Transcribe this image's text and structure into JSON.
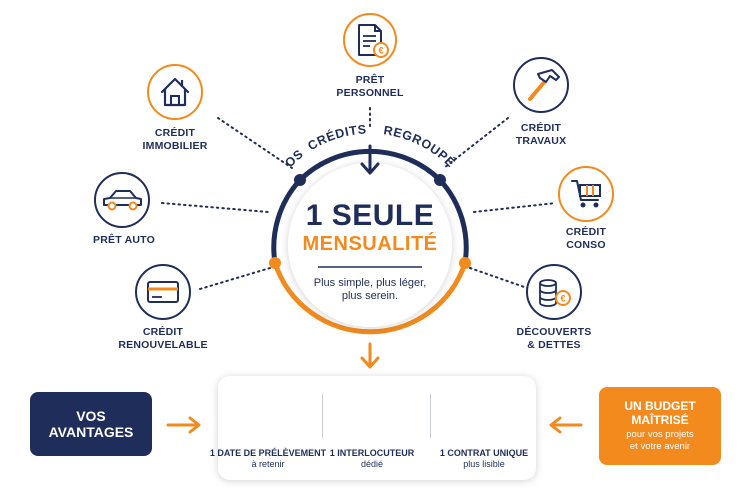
{
  "arc_title": [
    "VOS",
    "CRÉDITS",
    "REGROUPÉS"
  ],
  "center": {
    "line1": "1 SEULE",
    "line2": "MENSUALITÉ",
    "sub1": "Plus simple, plus léger,",
    "sub2": "plus serein."
  },
  "credits": [
    {
      "id": "pret-personnel",
      "l1": "PRÊT",
      "l2": "PERSONNEL"
    },
    {
      "id": "credit-immobilier",
      "l1": "CRÉDIT",
      "l2": "IMMOBILIER"
    },
    {
      "id": "credit-travaux",
      "l1": "CRÉDIT",
      "l2": "TRAVAUX"
    },
    {
      "id": "pret-auto",
      "l1": "PRÊT AUTO",
      "l2": ""
    },
    {
      "id": "credit-conso",
      "l1": "CRÉDIT",
      "l2": "CONSO"
    },
    {
      "id": "credit-renouvelable",
      "l1": "CRÉDIT",
      "l2": "RENOUVELABLE"
    },
    {
      "id": "decouverts-dettes",
      "l1": "DÉCOUVERTS",
      "l2": "& DETTES"
    }
  ],
  "left_box": {
    "l1": "VOS",
    "l2": "AVANTAGES"
  },
  "right_box": {
    "l1": "UN BUDGET",
    "l2": "MAÎTRISÉ",
    "s1": "pour vos projets",
    "s2": "et votre avenir"
  },
  "advantages": [
    {
      "b": "1 DATE DE PRÉLÈVEMENT",
      "s": "à retenir"
    },
    {
      "b": "1 INTERLOCUTEUR",
      "s": "dédié"
    },
    {
      "b": "1 CONTRAT UNIQUE",
      "s": "plus lisible"
    }
  ],
  "colors": {
    "navy": "#1f2d5a",
    "orange": "#f28a1e"
  }
}
